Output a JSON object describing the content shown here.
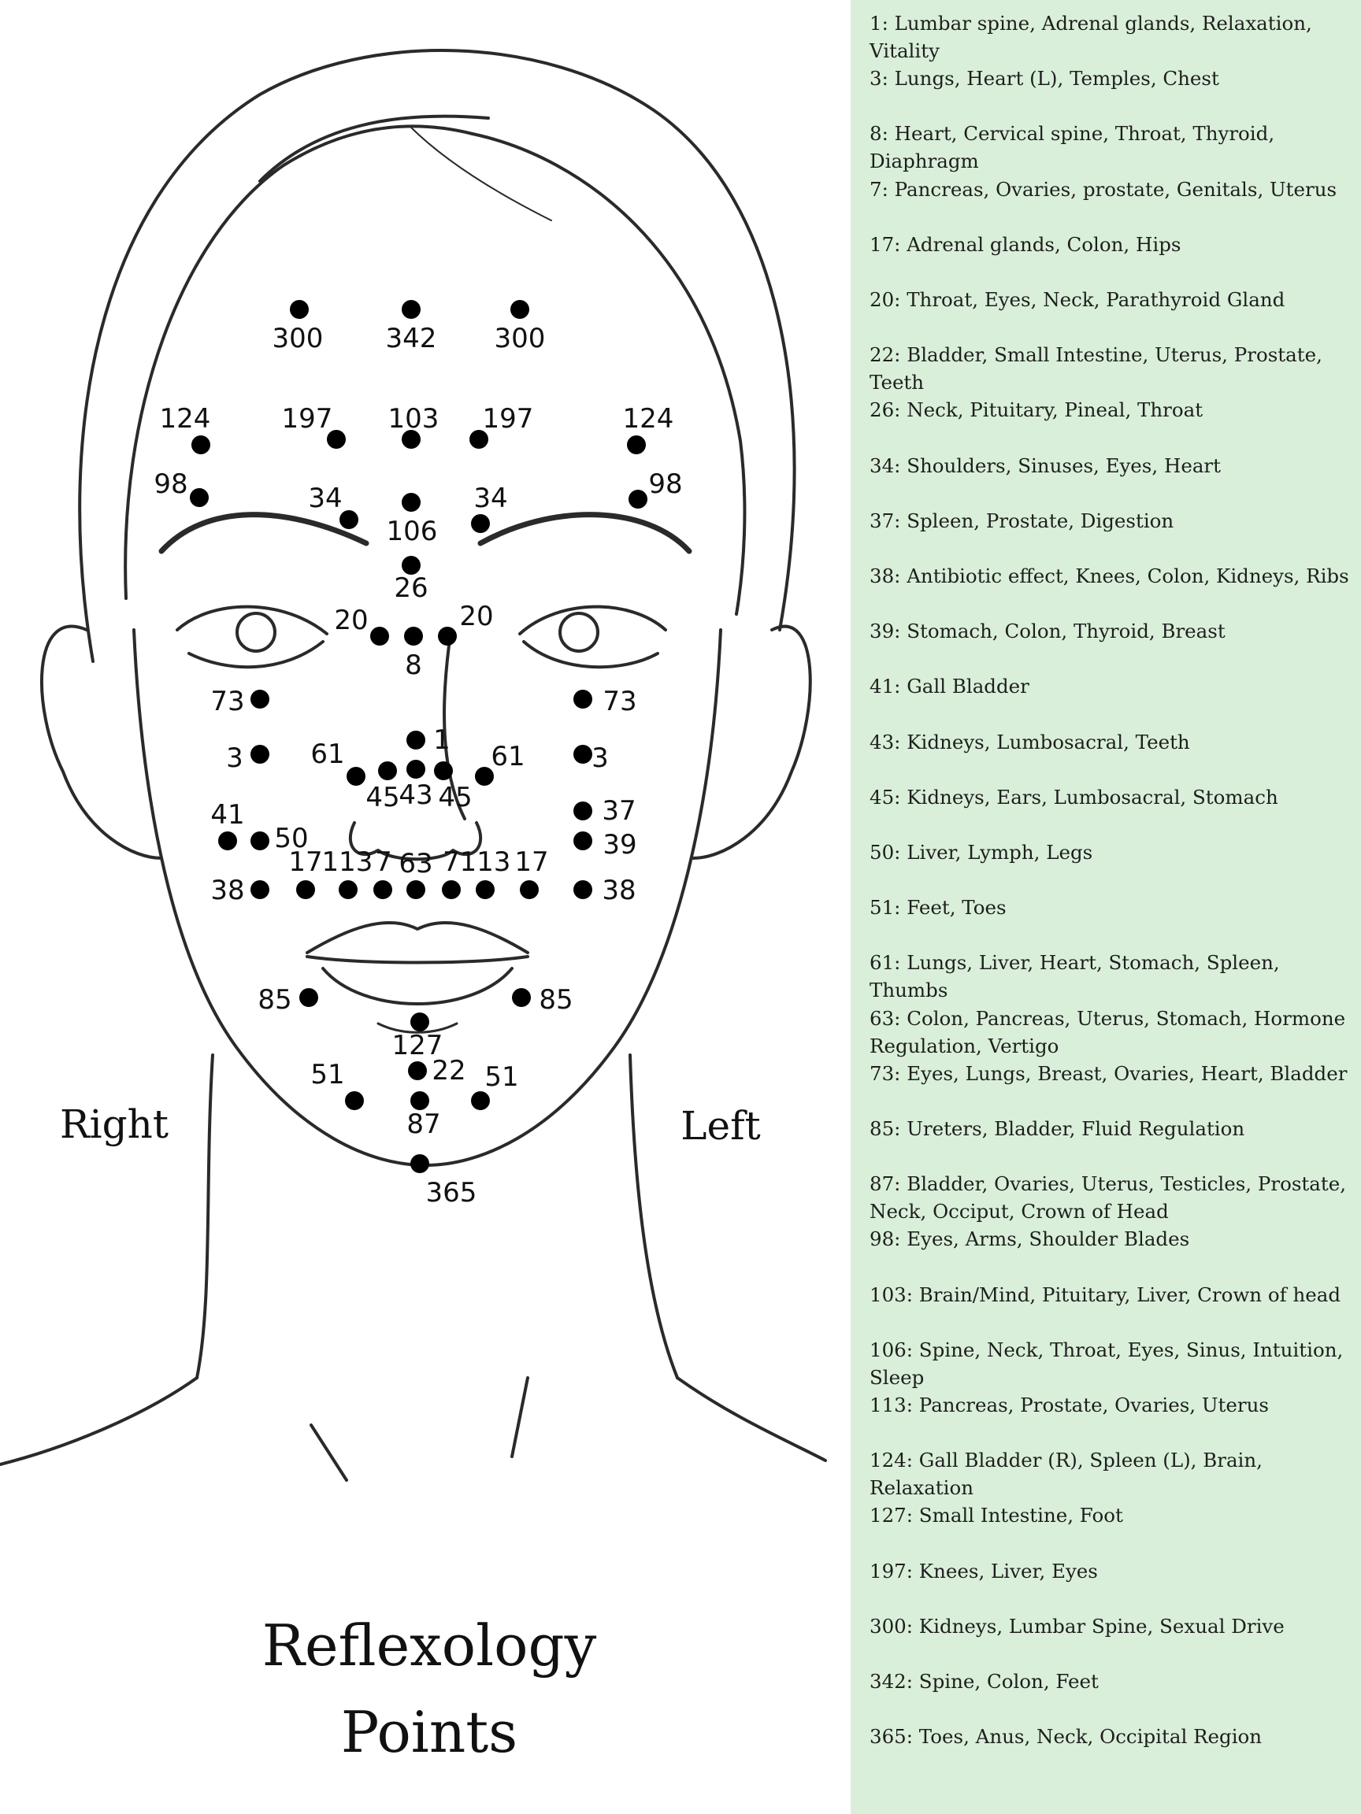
{
  "title": {
    "line1": "Reflexology",
    "line2": "Points"
  },
  "side_labels": {
    "right": "Right",
    "left": "Left"
  },
  "colors": {
    "legend_bg": "#d9efd9",
    "dot": "#000000",
    "line": "#2a2a2a"
  },
  "points": [
    {
      "label": "300"
    },
    {
      "label": "342"
    },
    {
      "label": "300"
    },
    {
      "label": "124"
    },
    {
      "label": "197"
    },
    {
      "label": "103"
    },
    {
      "label": "197"
    },
    {
      "label": "124"
    },
    {
      "label": "98"
    },
    {
      "label": "34"
    },
    {
      "label": "106"
    },
    {
      "label": "34"
    },
    {
      "label": "98"
    },
    {
      "label": "26"
    },
    {
      "label": "20"
    },
    {
      "label": "8"
    },
    {
      "label": "20"
    },
    {
      "label": "73"
    },
    {
      "label": "73"
    },
    {
      "label": "1"
    },
    {
      "label": "3"
    },
    {
      "label": "61"
    },
    {
      "label": "45"
    },
    {
      "label": "43"
    },
    {
      "label": "45"
    },
    {
      "label": "61"
    },
    {
      "label": "3"
    },
    {
      "label": "37"
    },
    {
      "label": "41"
    },
    {
      "label": "50"
    },
    {
      "label": "39"
    },
    {
      "label": "38"
    },
    {
      "label": "17"
    },
    {
      "label": "113"
    },
    {
      "label": "7"
    },
    {
      "label": "63"
    },
    {
      "label": "7"
    },
    {
      "label": "113"
    },
    {
      "label": "17"
    },
    {
      "label": "38"
    },
    {
      "label": "85"
    },
    {
      "label": "85"
    },
    {
      "label": "127"
    },
    {
      "label": "51"
    },
    {
      "label": "22"
    },
    {
      "label": "51"
    },
    {
      "label": "87"
    },
    {
      "label": "365"
    }
  ],
  "legend": [
    "1: Lumbar spine, Adrenal glands, Relaxation, Vitality",
    "3: Lungs, Heart (L), Temples, Chest",
    "8: Heart, Cervical spine, Throat, Thyroid, Diaphragm",
    "7: Pancreas, Ovaries, prostate, Genitals, Uterus",
    "17: Adrenal glands, Colon, Hips",
    "20: Throat, Eyes, Neck, Parathyroid Gland",
    "22: Bladder, Small Intestine, Uterus, Prostate, Teeth",
    "26: Neck, Pituitary, Pineal, Throat",
    "34: Shoulders, Sinuses, Eyes, Heart",
    "37: Spleen, Prostate, Digestion",
    "38: Antibiotic effect, Knees, Colon, Kidneys, Ribs",
    "39: Stomach, Colon, Thyroid, Breast",
    "41: Gall Bladder",
    "43: Kidneys, Lumbosacral, Teeth",
    "45: Kidneys, Ears, Lumbosacral, Stomach",
    "50: Liver, Lymph, Legs",
    "51: Feet, Toes",
    "61: Lungs, Liver, Heart, Stomach, Spleen, Thumbs",
    "63: Colon, Pancreas, Uterus, Stomach, Hormone Regulation, Vertigo",
    "73: Eyes, Lungs, Breast, Ovaries, Heart, Bladder",
    "85: Ureters, Bladder, Fluid Regulation",
    "87: Bladder, Ovaries, Uterus, Testicles, Prostate, Neck, Occiput, Crown of Head",
    "98: Eyes, Arms, Shoulder Blades",
    "103: Brain/Mind, Pituitary, Liver, Crown of head",
    "106: Spine, Neck, Throat, Eyes, Sinus, Intuition, Sleep",
    "113: Pancreas, Prostate, Ovaries, Uterus",
    "124: Gall Bladder (R), Spleen (L), Brain, Relaxation",
    "127: Small Intestine, Foot",
    "197: Knees, Liver, Eyes",
    "300: Kidneys, Lumbar Spine, Sexual Drive",
    "342: Spine, Colon, Feet",
    "365: Toes, Anus, Neck, Occipital Region"
  ]
}
